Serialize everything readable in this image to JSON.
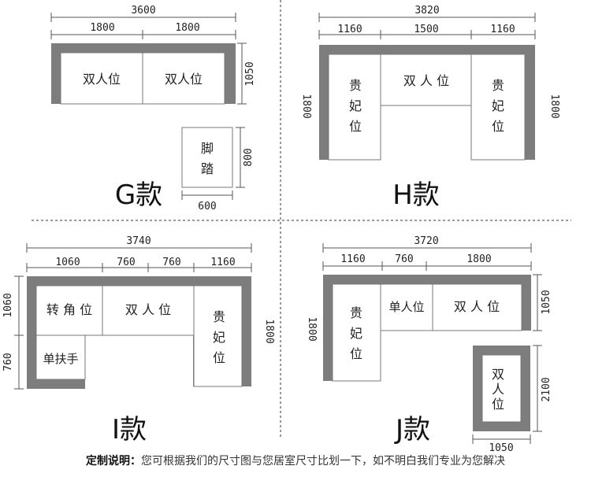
{
  "models": {
    "g": {
      "title": "G款",
      "dims": {
        "total": "3600",
        "left": "1800",
        "right": "1800",
        "depth": "1050",
        "foot_h": "800",
        "foot_w": "600"
      },
      "seats": {
        "a": "双人位",
        "b": "双人位"
      },
      "foot": [
        "脚",
        "踏"
      ]
    },
    "h": {
      "title": "H款",
      "dims": {
        "total": "3820",
        "a": "1160",
        "b": "1500",
        "c": "1160",
        "left": "1800",
        "right": "1800"
      },
      "seats": {
        "left": [
          "贵",
          "妃",
          "位"
        ],
        "mid": "双 人 位",
        "right": [
          "贵",
          "妃",
          "位"
        ]
      }
    },
    "i": {
      "title": "I款",
      "dims": {
        "total": "3740",
        "a": "1060",
        "b": "760",
        "c": "760",
        "d": "1160",
        "left_top": "1060",
        "left_bottom": "760",
        "right": "1800"
      },
      "seats": {
        "corner": "转 角 位",
        "double": "双 人 位",
        "arm": "单扶手",
        "right": [
          "贵",
          "妃",
          "位"
        ]
      }
    },
    "j": {
      "title": "J款",
      "dims": {
        "total": "3720",
        "a": "1160",
        "b": "760",
        "c": "1800",
        "left": "1800",
        "right_top": "1050",
        "right_bottom": "2100",
        "bottom": "1050"
      },
      "seats": {
        "left": [
          "贵",
          "妃",
          "位"
        ],
        "single": "单人位",
        "double": "双 人 位",
        "ottoman": [
          "双",
          "人",
          "位"
        ]
      }
    }
  },
  "footer": {
    "label": "定制说明：",
    "text": "您可根据我们的尺寸图与您居室尺寸比划一下，如不明白我们专业为您解决"
  }
}
